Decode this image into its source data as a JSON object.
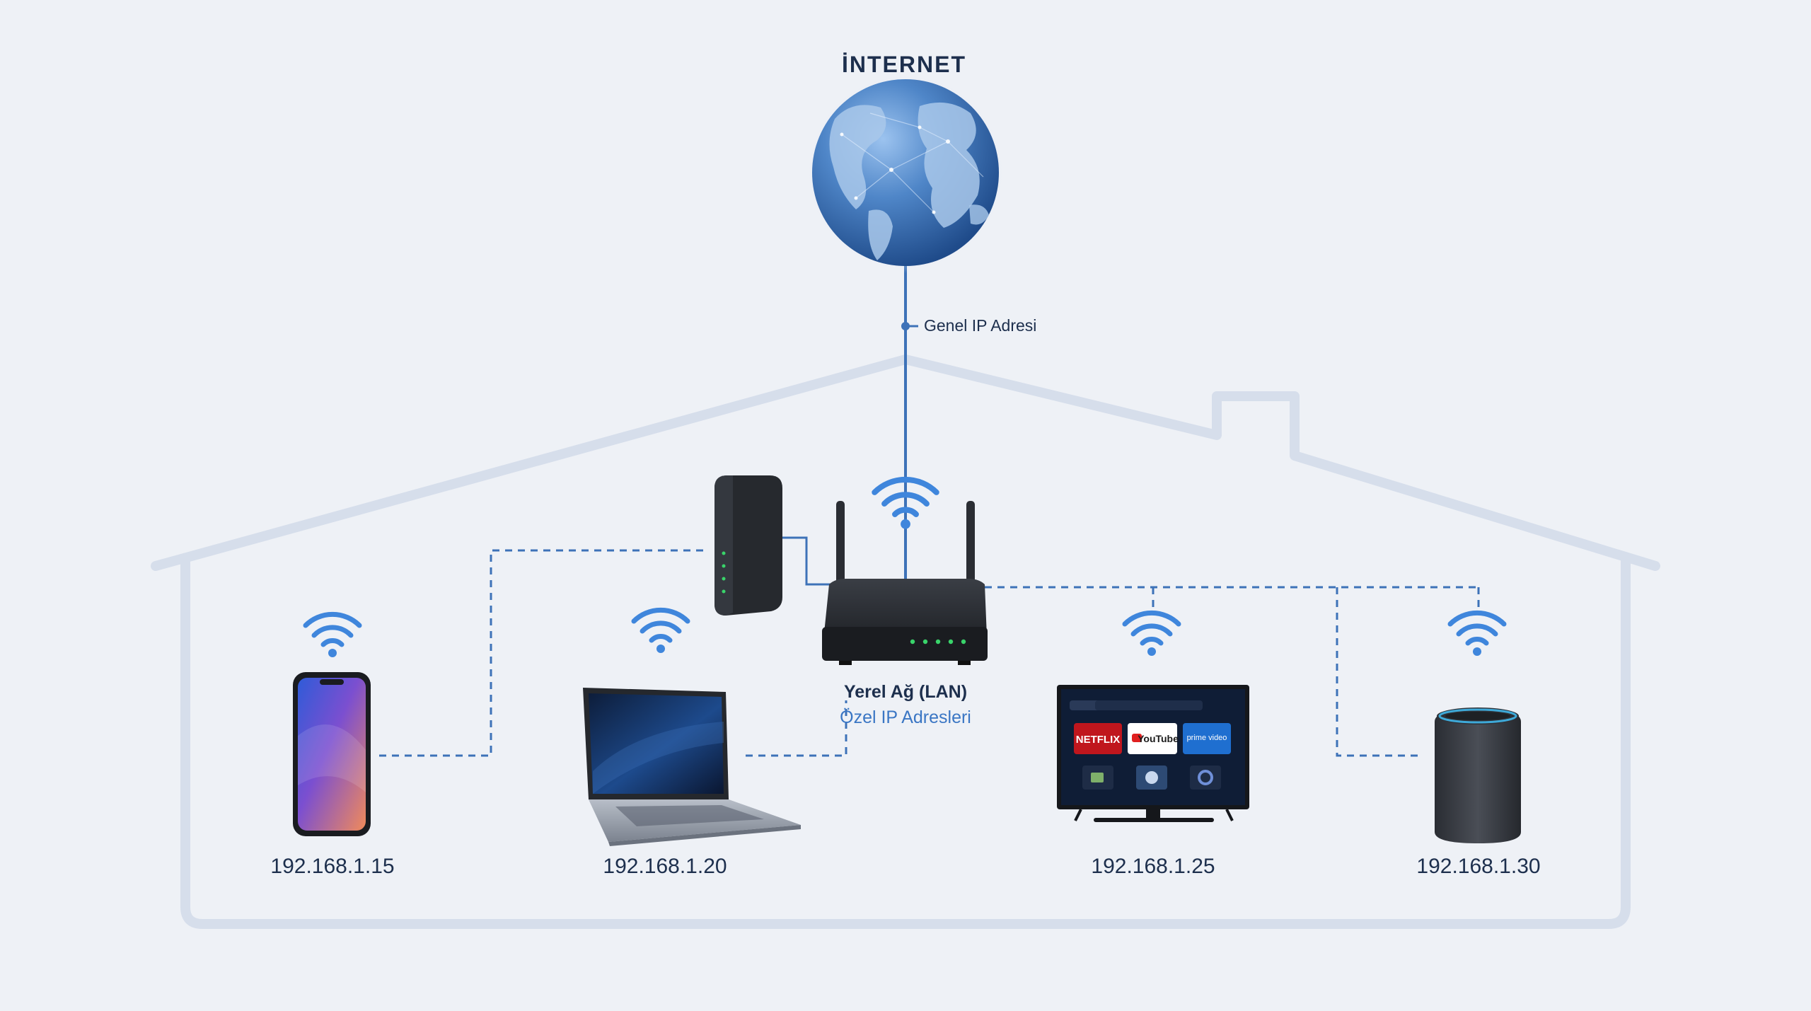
{
  "internet": {
    "label": "İNTERNET"
  },
  "public_ip": {
    "label": "Genel IP Adresi"
  },
  "lan": {
    "title": "Yerel Ağ (LAN)",
    "subtitle": "Özel IP Adresleri"
  },
  "devices": [
    {
      "name": "phone",
      "ip": "192.168.1.15"
    },
    {
      "name": "laptop",
      "ip": "192.168.1.20"
    },
    {
      "name": "tv",
      "ip": "192.168.1.25"
    },
    {
      "name": "smart-speaker",
      "ip": "192.168.1.30"
    }
  ],
  "tv_apps": {
    "netflix": "NETFLIX",
    "youtube": "YouTube",
    "prime": "prime video"
  },
  "colors": {
    "background": "#eef1f6",
    "house_outline": "#d6deeb",
    "link_blue": "#3d72b8",
    "wifi_blue": "#3f86dc",
    "text_dark": "#1d2f4d",
    "text_blue": "#3a76c4",
    "led_green": "#39d46a"
  },
  "icons": [
    "globe-icon",
    "wifi-icon",
    "router-icon",
    "modem-icon",
    "smartphone-icon",
    "laptop-icon",
    "tv-icon",
    "smart-speaker-icon",
    "house-outline"
  ]
}
